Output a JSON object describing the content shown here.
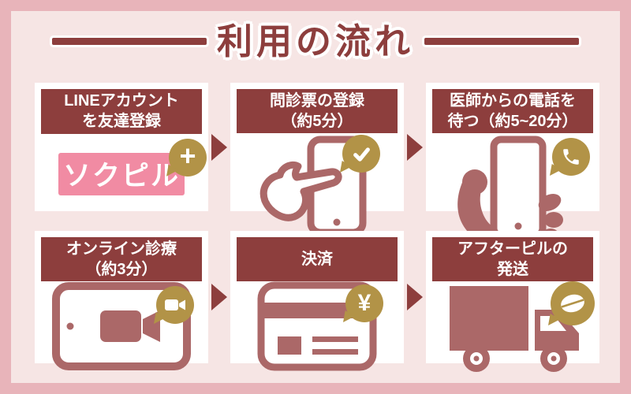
{
  "title": "利用の流れ",
  "colors": {
    "frame_pink": "#e8b4ba",
    "background_pink": "#f6e5e4",
    "maroon": "#8d3e3d",
    "rose": "#ab6868",
    "gold": "#b29347",
    "logo_pink": "#f18ba3",
    "card_white": "#ffffff"
  },
  "steps": [
    {
      "label": "LINEアカウント\nを友達登録",
      "icon": "sokupiru-line-logo",
      "logo_text": "ソクピル",
      "bubble": "plus",
      "bubble_glyph": "+"
    },
    {
      "label": "問診票の登録\n（約5分）",
      "icon": "tap-smartphone",
      "bubble": "check"
    },
    {
      "label": "医師からの電話を\n待つ（約5~20分）",
      "icon": "hand-holding-smartphone",
      "bubble": "phone-call"
    },
    {
      "label": "オンライン診療\n（約3分）",
      "icon": "video-consultation-tablet",
      "bubble": "video-camera"
    },
    {
      "label": "決済",
      "icon": "credit-card",
      "bubble": "yen",
      "bubble_glyph": "¥"
    },
    {
      "label": "アフターピルの\n発送",
      "icon": "delivery-truck",
      "bubble": "pill"
    }
  ]
}
